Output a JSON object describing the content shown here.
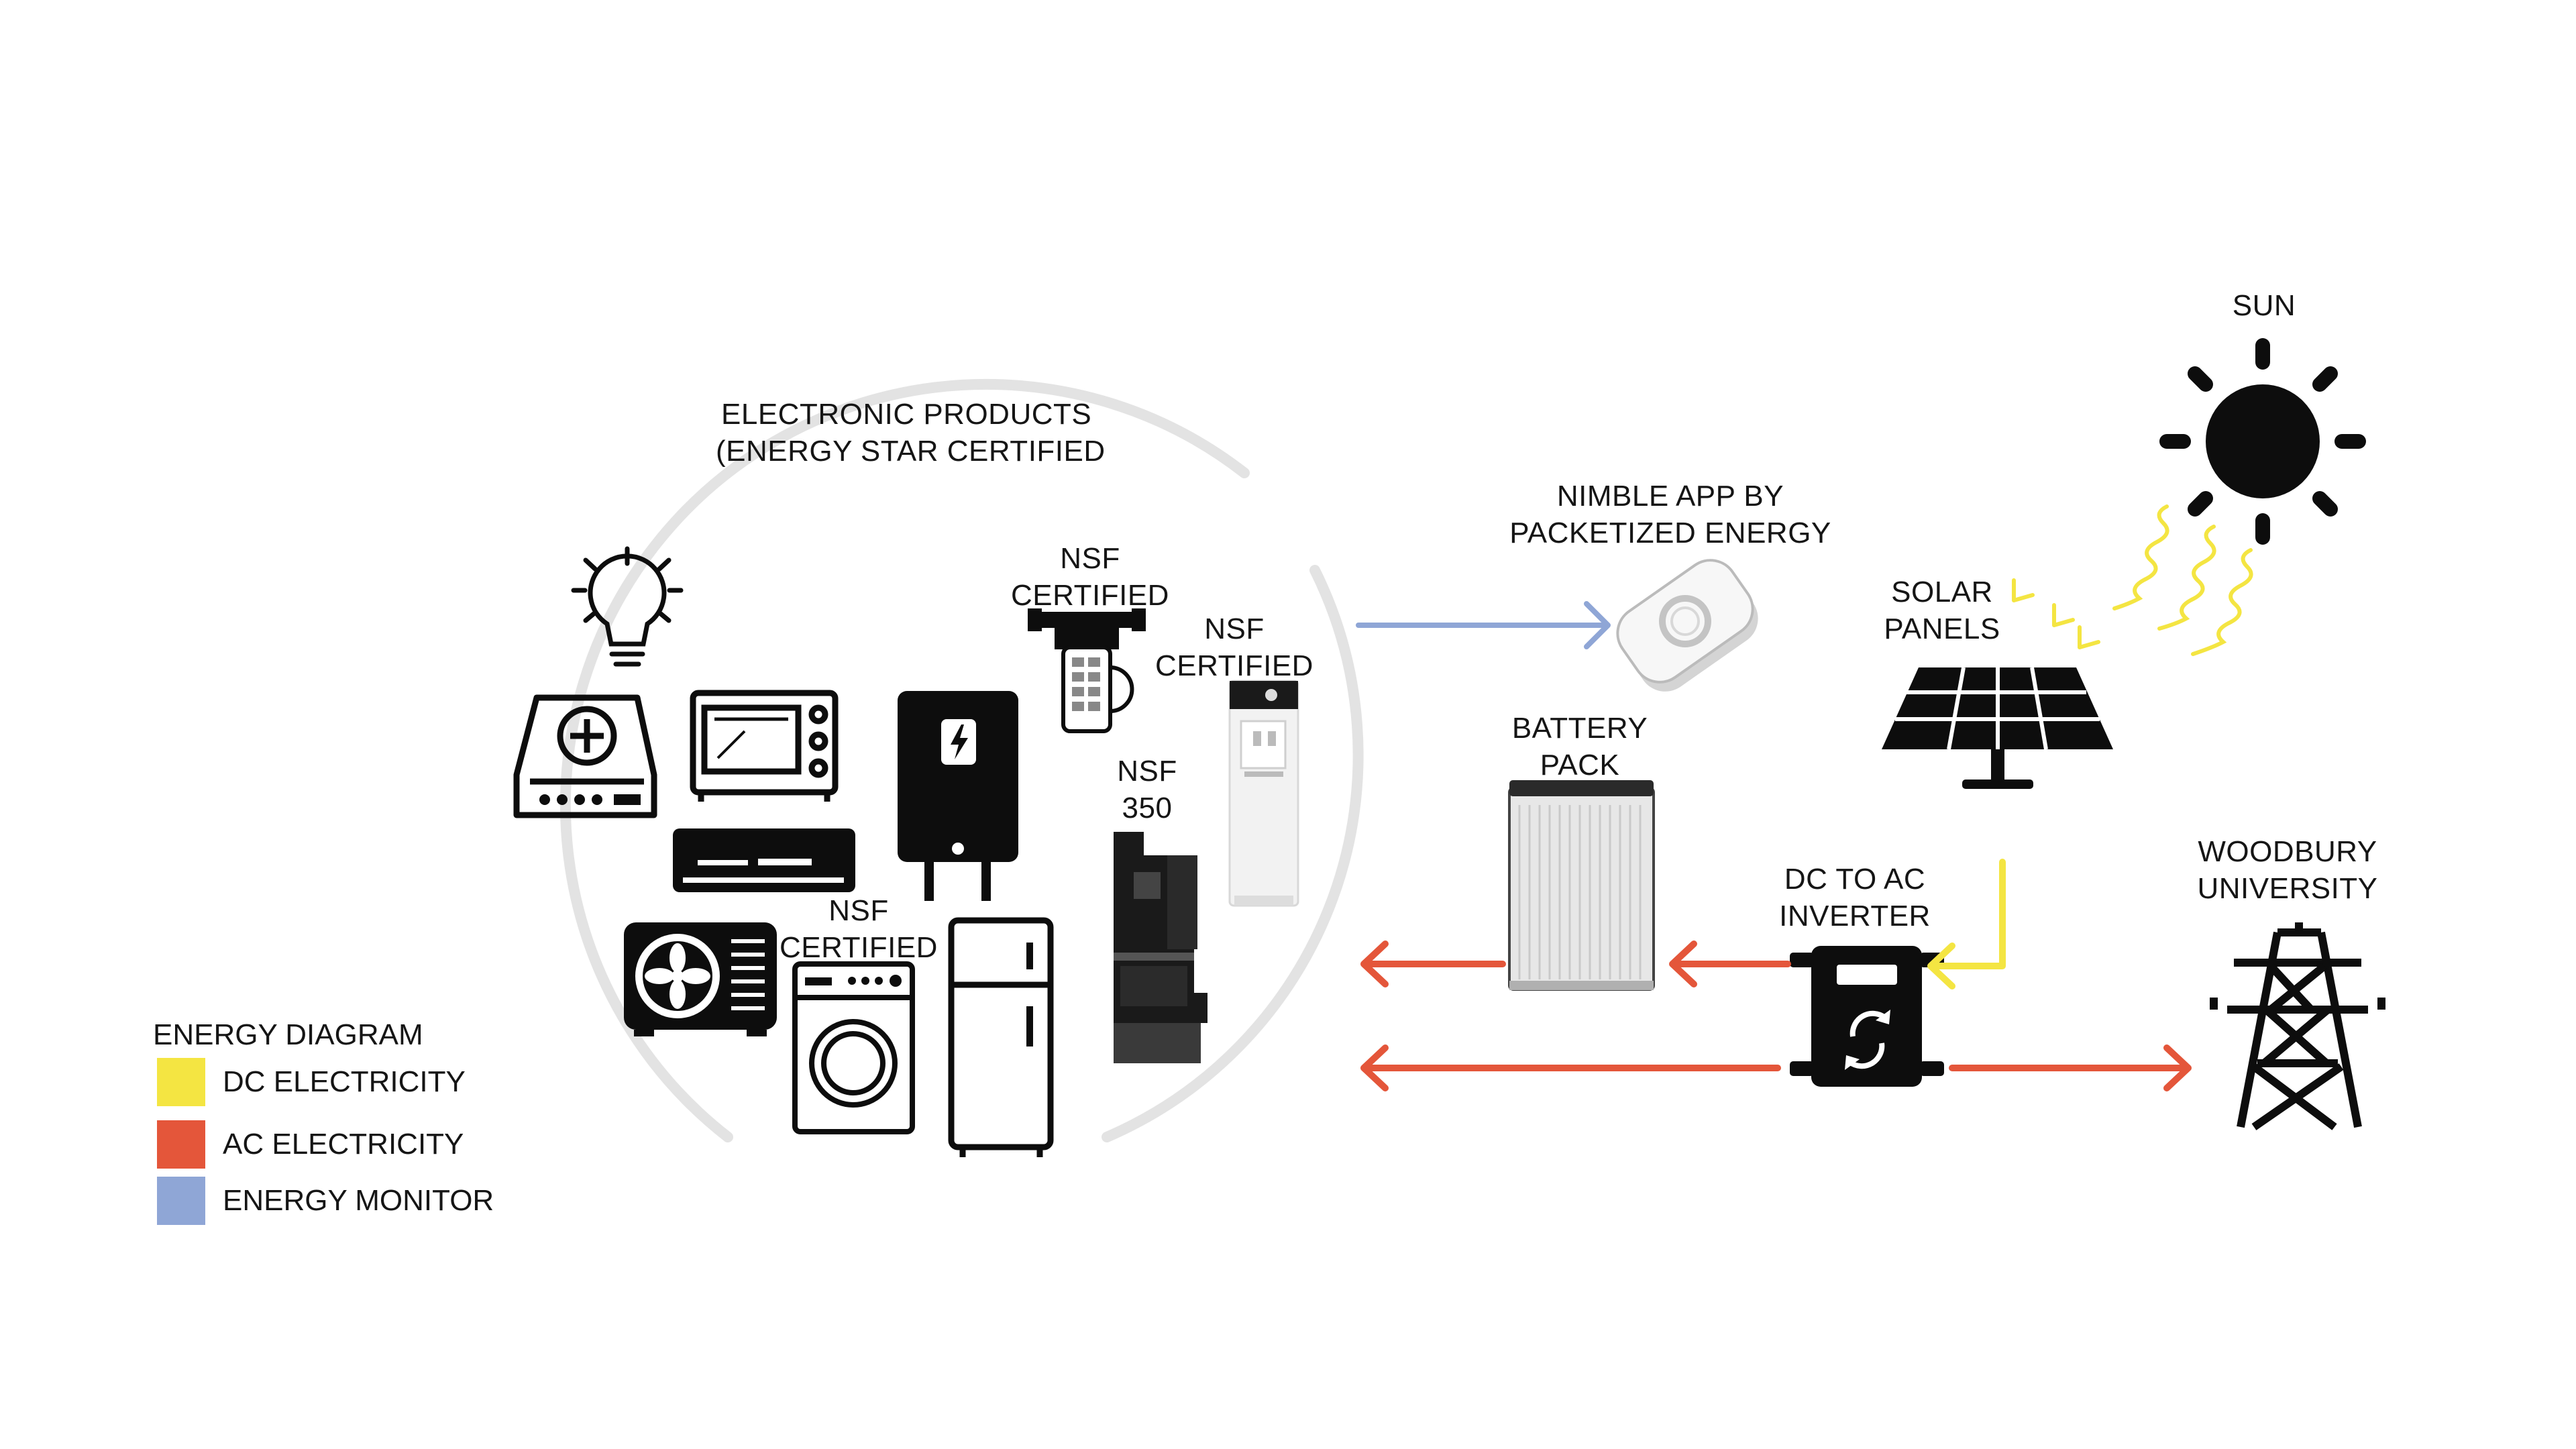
{
  "labels": {
    "electronic_products": [
      "ELECTRONIC PRODUCTS",
      "(ENERGY STAR CERTIFIED"
    ],
    "nsf_certified_top": [
      "NSF",
      "CERTIFIED"
    ],
    "nsf_certified_right": [
      "NSF",
      "CERTIFIED"
    ],
    "nsf_350": [
      "NSF",
      "350"
    ],
    "nsf_certified_bottom": [
      "NSF",
      "CERTIFIED"
    ],
    "nimble_app": [
      "NIMBLE APP BY",
      "PACKETIZED ENERGY"
    ],
    "battery_pack": [
      "BATTERY",
      "PACK"
    ],
    "dc_to_ac": [
      "DC TO AC",
      "INVERTER"
    ],
    "solar_panels": [
      "SOLAR",
      "PANELS"
    ],
    "sun": "SUN",
    "woodbury": [
      "WOODBURY",
      "UNIVERSITY"
    ]
  },
  "legend": {
    "title": "ENERGY DIAGRAM",
    "items": [
      {
        "label": "DC ELECTRICITY",
        "color": "#f4e542"
      },
      {
        "label": "AC ELECTRICITY",
        "color": "#e4563a"
      },
      {
        "label": "ENERGY MONITOR",
        "color": "#8fa6d6"
      }
    ]
  },
  "colors": {
    "dc": "#f4e542",
    "ac": "#e4563a",
    "monitor": "#8fa6d6",
    "circle": "#e2e2e2",
    "icon": "#0d0d0d"
  },
  "icons": {
    "appliances": [
      "light-bulb-icon",
      "induction-cooktop-icon",
      "toaster-oven-icon",
      "air-conditioner-icon",
      "water-heater-icon",
      "ac-outdoor-unit-icon",
      "washing-machine-icon",
      "refrigerator-icon",
      "water-filter-icon",
      "water-dispenser-icon",
      "coffee-machine-icon"
    ],
    "system": [
      "sun-icon",
      "solar-panel-icon",
      "inverter-icon",
      "battery-pack-icon",
      "nimble-device-icon",
      "transmission-tower-icon"
    ]
  }
}
